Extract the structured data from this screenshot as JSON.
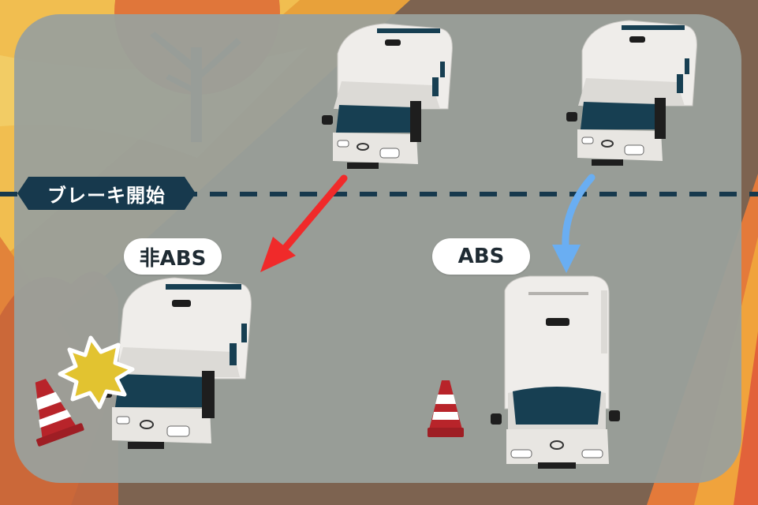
{
  "labels": {
    "brake_start": "ブレーキ開始",
    "non_abs": "非ABS",
    "abs": "ABS"
  },
  "colors": {
    "background_frame": "#7d6350",
    "road": "#9aa09b",
    "brake_line": "#17394d",
    "non_abs_arrow": "#f02a2a",
    "abs_arrow": "#6aaef2",
    "impact_burst": "#e2c330",
    "traffic_cone": "#b8242a",
    "vehicle_body": "#efedea",
    "vehicle_windows": "#173f52"
  },
  "icons": {
    "vehicle": "camper-van-icon",
    "cone": "traffic-cone-icon",
    "impact": "collision-burst-icon",
    "tree": "bare-tree-icon"
  }
}
